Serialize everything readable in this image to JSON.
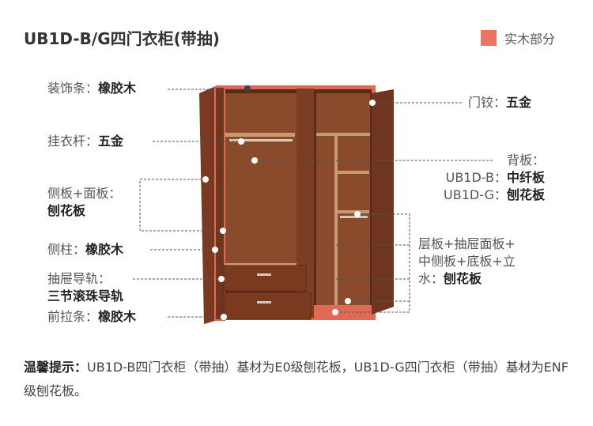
{
  "title": "UB1D-B/G四门衣柜(带抽)",
  "legend": {
    "label": "实木部分",
    "color": "#ec7462"
  },
  "labels": {
    "trim": {
      "name": "装饰条：",
      "value": "橡胶木"
    },
    "rod": {
      "name": "挂衣杆：",
      "value": "五金"
    },
    "side": {
      "name": "侧板+面板：",
      "value": "刨花板"
    },
    "post": {
      "name": "侧柱：",
      "value": "橡胶木"
    },
    "rail": {
      "name": "抽屉导轨：",
      "value": "三节滚珠导轨"
    },
    "front": {
      "name": "前拉条：",
      "value": "橡胶木"
    },
    "hinge": {
      "name": "门铰：",
      "value": "五金"
    },
    "back": {
      "name": "背板：",
      "b_name": "UB1D-B：",
      "b_value": "中纤板",
      "g_name": "UB1D-G：",
      "g_value": "刨花板"
    },
    "shelf": {
      "name1": "层板+抽屉面板+",
      "name2": "中侧板+底板+立",
      "name3": "水：",
      "value": "刨花板"
    }
  },
  "note": {
    "label": "温馨提示：",
    "text": "UB1D-B四门衣柜（带抽）基材为E0级刨花板，UB1D-G四门衣柜（带抽）基材为ENF级刨花板。"
  }
}
